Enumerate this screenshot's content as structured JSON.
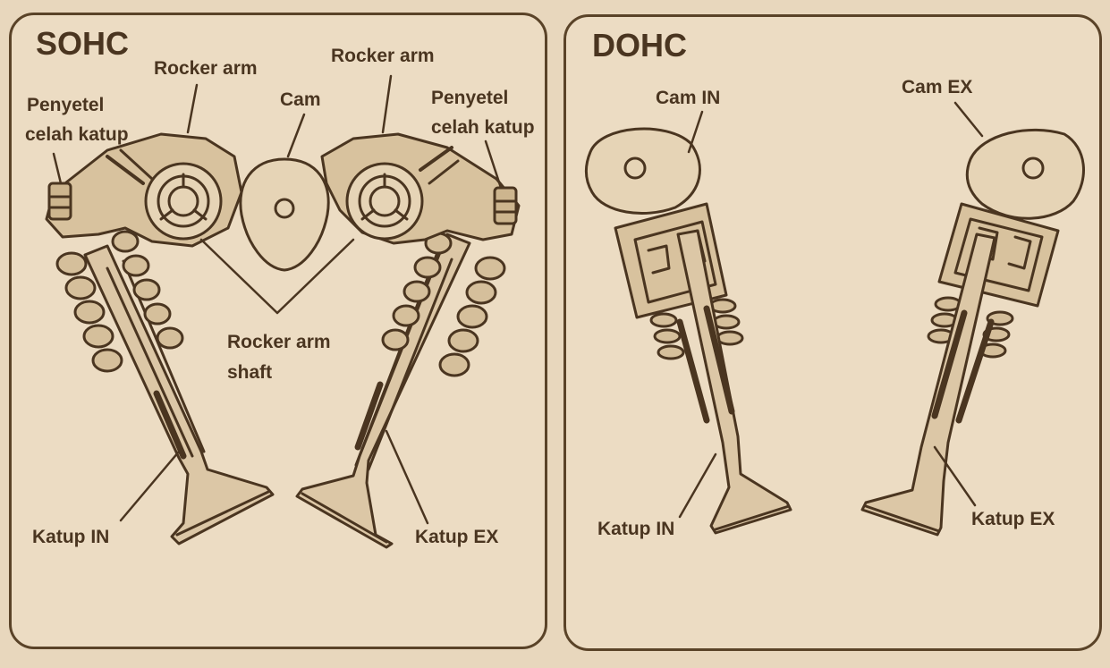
{
  "sohc": {
    "title": "SOHC",
    "labels": {
      "rocker_arm_left": "Rocker arm",
      "rocker_arm_right": "Rocker arm",
      "cam": "Cam",
      "adjuster_left_1": "Penyetel",
      "adjuster_left_2": "celah katup",
      "adjuster_right_1": "Penyetel",
      "adjuster_right_2": "celah katup",
      "shaft_1": "Rocker arm",
      "shaft_2": "shaft",
      "valve_in": "Katup IN",
      "valve_ex": "Katup EX"
    }
  },
  "dohc": {
    "title": "DOHC",
    "labels": {
      "cam_in": "Cam IN",
      "cam_ex": "Cam EX",
      "valve_in": "Katup IN",
      "valve_ex": "Katup EX"
    }
  },
  "colors": {
    "ink": "#4a3520",
    "paper": "#ecdcc3",
    "background": "#e8d7bd"
  }
}
